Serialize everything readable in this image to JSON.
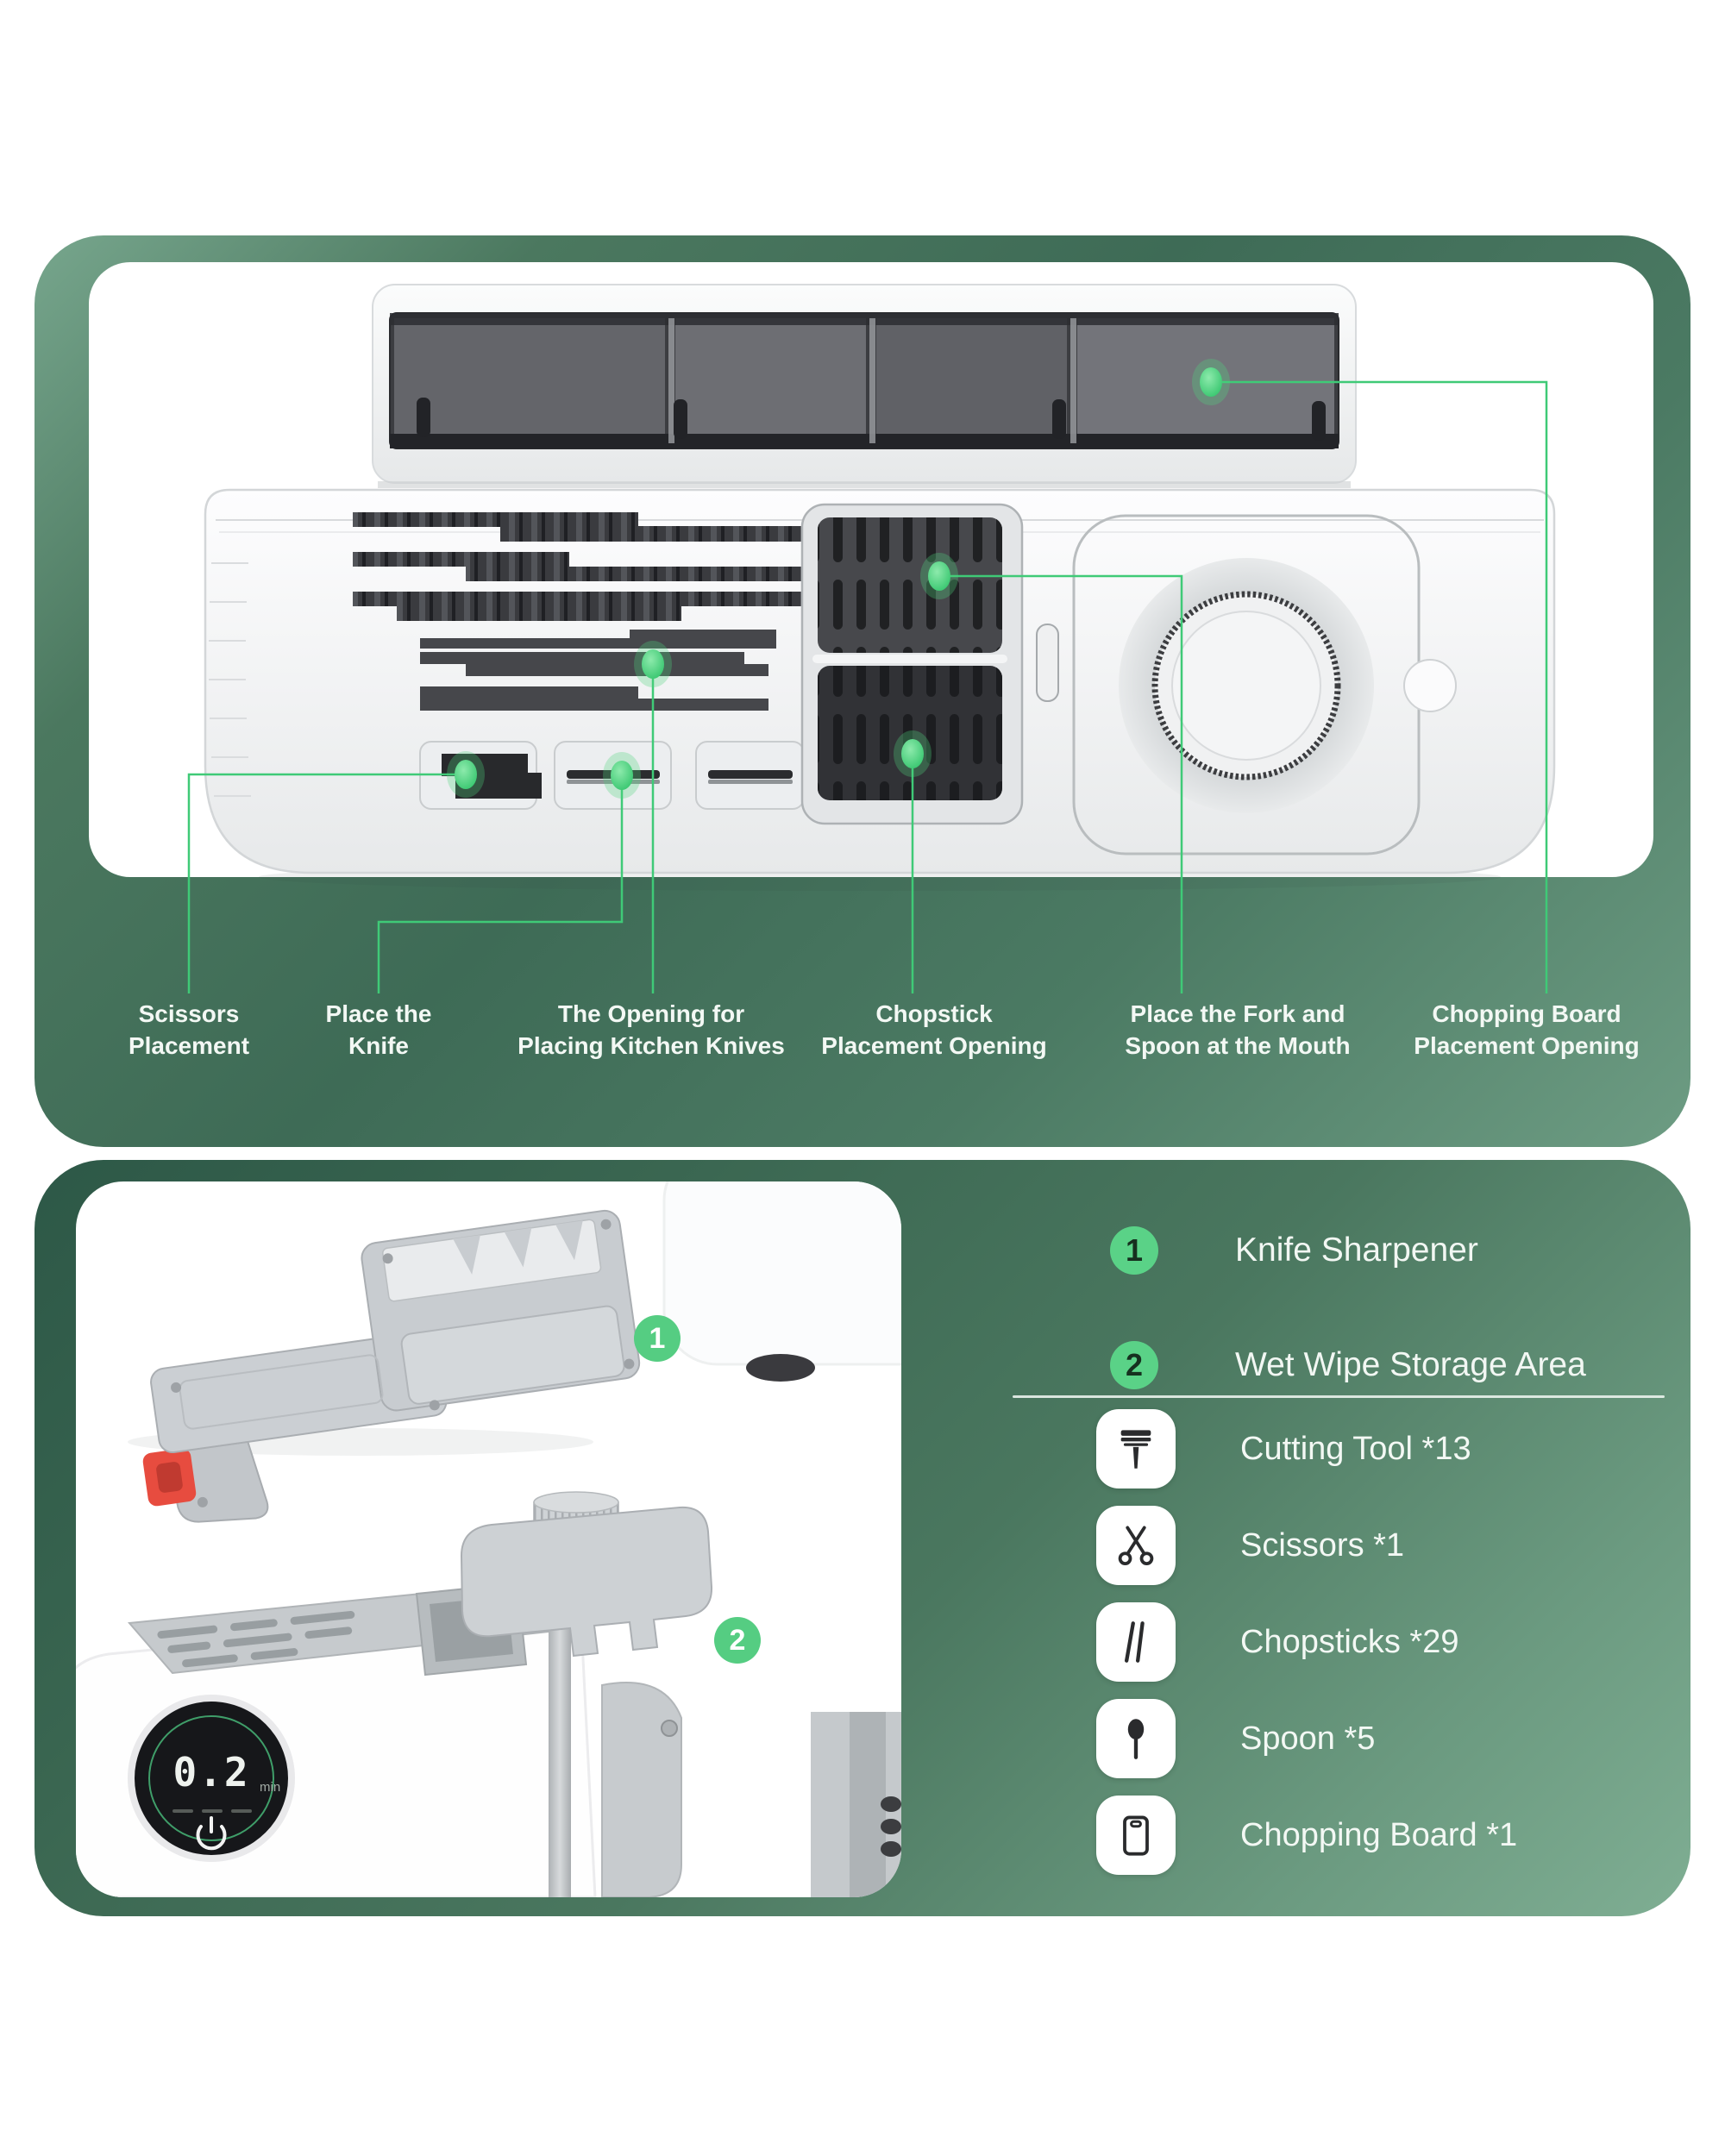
{
  "top_panel": {
    "callouts": [
      {
        "label": "Scissors\nPlacement"
      },
      {
        "label": "Place the\nKnife"
      },
      {
        "label": "The Opening for\nPlacing Kitchen Knives"
      },
      {
        "label": "Chopstick\nPlacement Opening"
      },
      {
        "label": "Place the Fork and\nSpoon at the Mouth"
      },
      {
        "label": "Chopping Board\nPlacement Opening"
      }
    ]
  },
  "bottom_panel": {
    "legend": [
      {
        "num": "1",
        "label": "Knife Sharpener"
      },
      {
        "num": "2",
        "label": "Wet Wipe Storage Area"
      }
    ],
    "contents": [
      {
        "icon": "razor-icon",
        "label": "Cutting Tool *13"
      },
      {
        "icon": "scissors-icon",
        "label": "Scissors *1"
      },
      {
        "icon": "chopsticks-icon",
        "label": "Chopsticks *29"
      },
      {
        "icon": "spoon-icon",
        "label": "Spoon *5"
      },
      {
        "icon": "chopping-board-icon",
        "label": "Chopping Board *1"
      }
    ],
    "photo_badges": [
      {
        "num": "1"
      },
      {
        "num": "2"
      }
    ],
    "display": {
      "value": "0.2",
      "unit": "min"
    }
  },
  "colors": {
    "accent_green": "#45cf7c",
    "badge_green": "#55cd82",
    "frame_dark": "#2d5847",
    "frame_light": "#7fae93",
    "label_text": "#f3f8f4"
  }
}
